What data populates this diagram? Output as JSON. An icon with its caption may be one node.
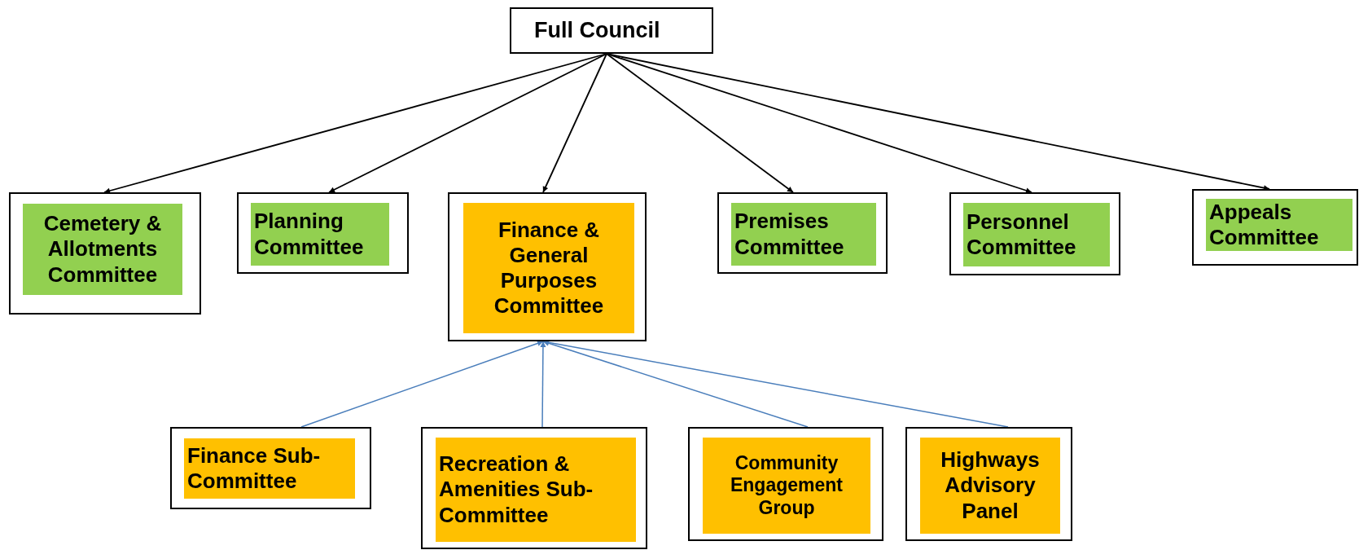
{
  "diagram": {
    "nodes": [
      {
        "text": [
          "Full Council"
        ]
      },
      {
        "text": [
          "Cemetery & Allotments Committee"
        ]
      },
      {
        "text": [
          "Planning Committee"
        ]
      },
      {
        "text": [
          "Finance & General Purposes Committee"
        ]
      },
      {
        "text": [
          "Premises Committee"
        ]
      },
      {
        "text": [
          "Personnel Committee"
        ]
      },
      {
        "text": [
          "Appeals Committee"
        ]
      },
      {
        "text": [
          "Finance Sub-Committee"
        ]
      },
      {
        "text": [
          "Recreation & Amenities Sub-Committee"
        ]
      },
      {
        "text": [
          "Community Engagement Group"
        ]
      },
      {
        "text": [
          "Highways Advisory Panel"
        ]
      }
    ],
    "edges": [
      {
        "from": 0,
        "to": 1,
        "arrow": "to"
      },
      {
        "from": 0,
        "to": 2,
        "arrow": "to"
      },
      {
        "from": 0,
        "to": 3,
        "arrow": "to"
      },
      {
        "from": 0,
        "to": 4,
        "arrow": "to"
      },
      {
        "from": 0,
        "to": 5,
        "arrow": "to"
      },
      {
        "from": 0,
        "to": 6,
        "arrow": "to"
      },
      {
        "from": 7,
        "to": 3,
        "arrow": "to",
        "color": "#4a7ebb"
      },
      {
        "from": 8,
        "to": 3,
        "arrow": "to",
        "color": "#4a7ebb"
      },
      {
        "from": 9,
        "to": 3,
        "arrow": "to",
        "color": "#4a7ebb"
      },
      {
        "from": 10,
        "to": 3,
        "arrow": "to",
        "color": "#4a7ebb"
      }
    ]
  }
}
